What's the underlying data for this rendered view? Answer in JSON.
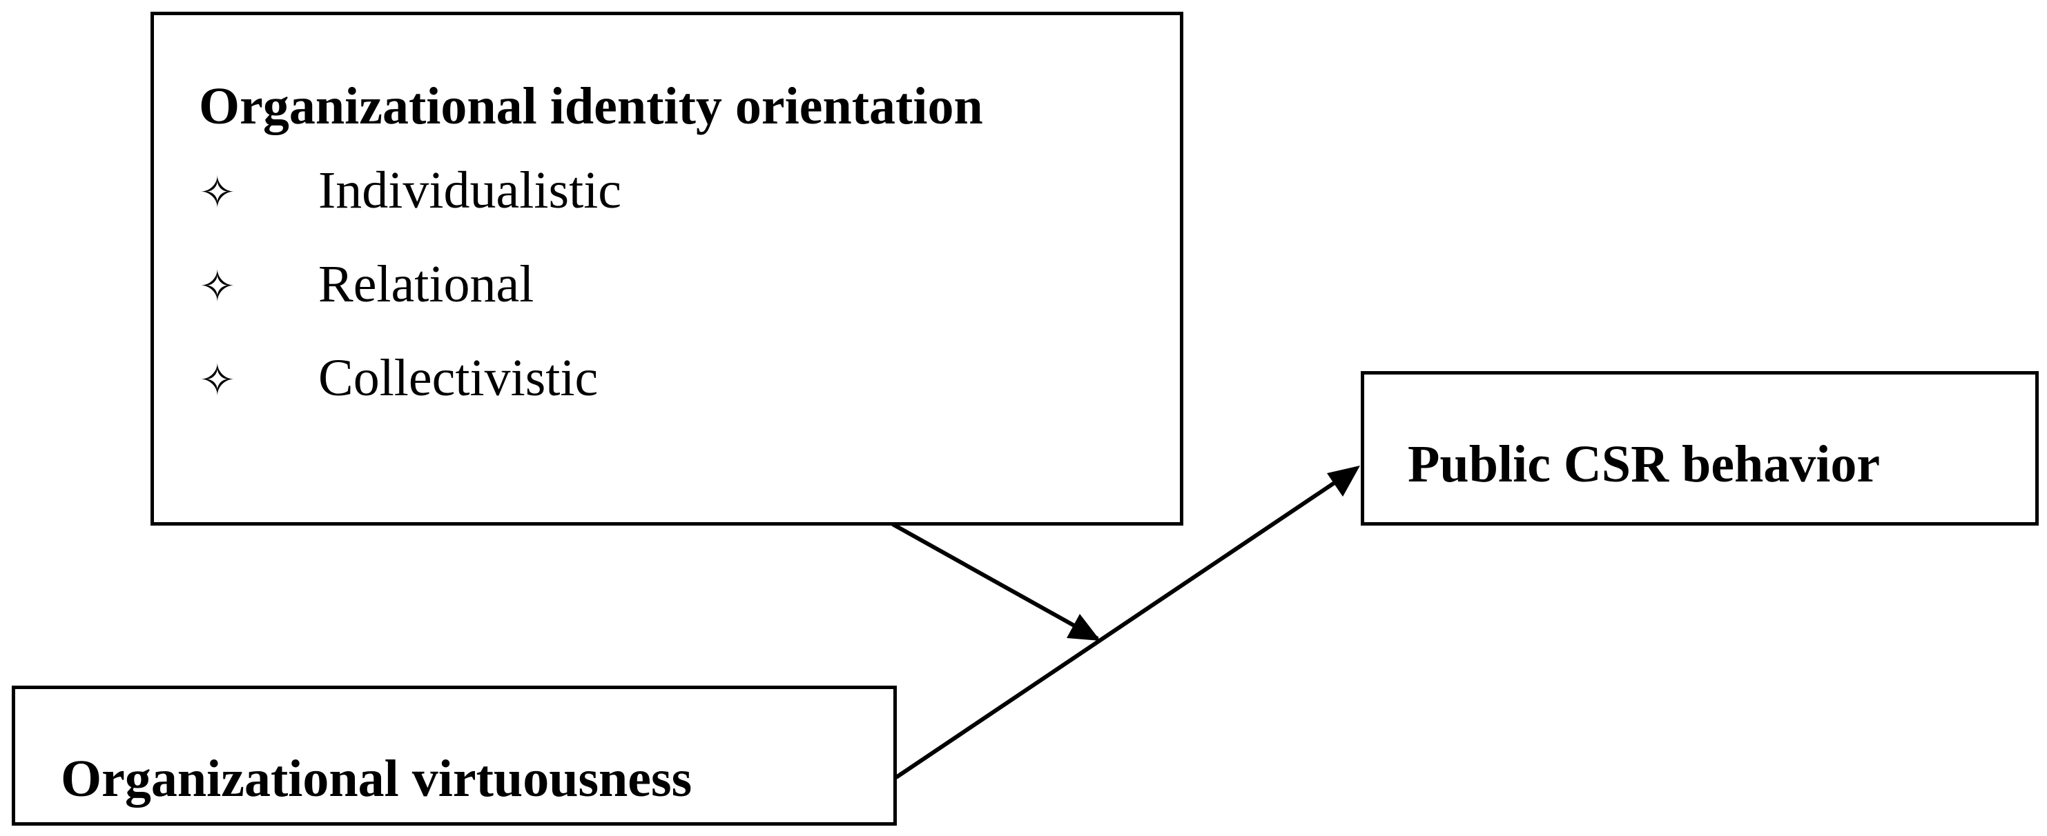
{
  "moderator": {
    "title": "Organizational identity orientation",
    "items": [
      {
        "bullet_icon": "four-point-star-outline-icon",
        "bullet": "✧",
        "label": "Individualistic"
      },
      {
        "bullet_icon": "four-point-star-outline-icon",
        "bullet": "✧",
        "label": "Relational"
      },
      {
        "bullet_icon": "four-point-star-outline-icon",
        "bullet": "✧",
        "label": "Collectivistic"
      }
    ]
  },
  "outcome": {
    "title": "Public CSR behavior"
  },
  "predictor": {
    "title": "Organizational virtuousness"
  },
  "colors": {
    "line": "#000000",
    "background": "#ffffff"
  }
}
